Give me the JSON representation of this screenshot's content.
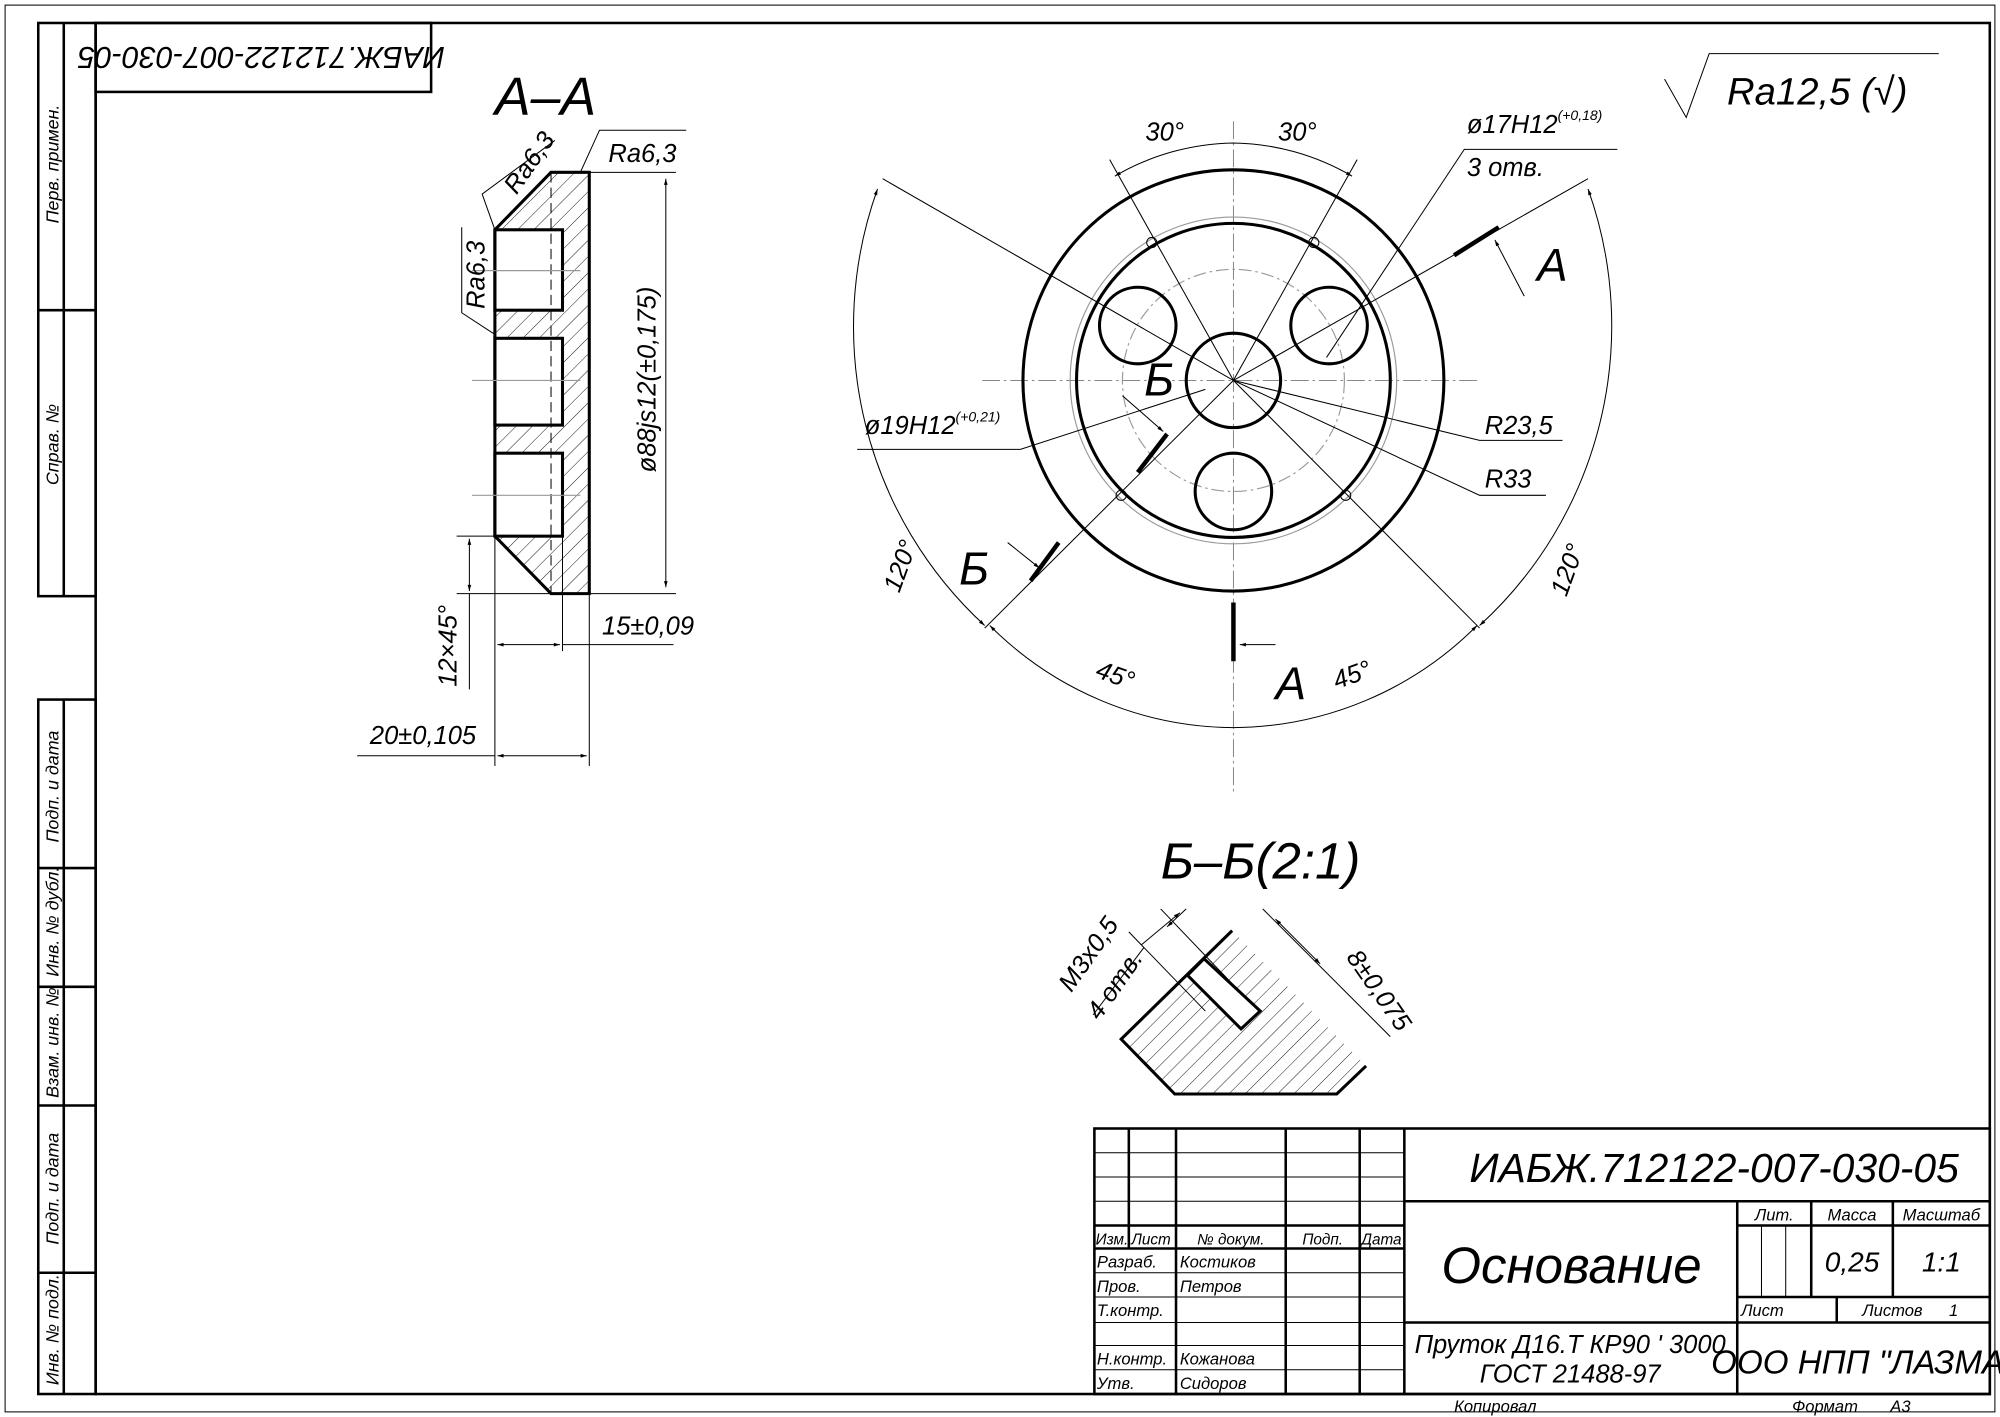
{
  "side_strip": {
    "perv_primen": "Перв. примен.",
    "sprav_no": "Справ. №",
    "podp_data_1": "Подп. и дата",
    "inv_dubl": "Инв. № дубл.",
    "vzam_inv": "Взам. инв. №",
    "podp_data_2": "Подп. и дата",
    "inv_podl": "Инв. № подл."
  },
  "rotated_designation": "ИАБЖ.712122-007-030-05",
  "roughness_general": "Ra12,5 (√)",
  "section_aa": {
    "title": "А–А",
    "ra_1": "Ra6,3",
    "ra_2": "Ra6,3",
    "ra_3": "Ra6,3",
    "diameter": "ø88js12(±0,175)",
    "width_15": "15±0,09",
    "width_20": "20±0,105",
    "chamfer": "12×45°"
  },
  "main_view": {
    "angle_30_left": "30°",
    "angle_30_right": "30°",
    "hole_diameter": "ø17H12",
    "hole_tolerance": "(+0,18)",
    "hole_count": "3 отв.",
    "center_diameter": "ø19H12",
    "center_tolerance": "(+0,21)",
    "radius_1": "R23,5",
    "radius_2": "R33",
    "angle_120_left": "120°",
    "angle_120_right": "120°",
    "angle_45_left": "45°",
    "angle_45_right": "45°",
    "section_a_top": "А",
    "section_a_bottom": "А",
    "section_b_left": "Б",
    "section_b_center": "Б"
  },
  "section_bb": {
    "title": "Б–Б(2:1)",
    "thread": "М3х0,5",
    "thread_count": "4 отв.",
    "depth": "8±0,075"
  },
  "title_block": {
    "designation": "ИАБЖ.712122-007-030-05",
    "name": "Основание",
    "material_line1": "Пруток Д16.Т КР90 ' 3000",
    "material_line2": "ГОСТ 21488-97",
    "organization": "ООО НПП \"ЛАЗМА\"",
    "headers": {
      "izm": "Изм.",
      "list": "Лист",
      "doc_no": "№ докум.",
      "podp": "Подп.",
      "data": "Дата"
    },
    "roles": [
      {
        "role": "Разраб.",
        "name": "Костиков"
      },
      {
        "role": "Пров.",
        "name": "Петров"
      },
      {
        "role": "Т.контр.",
        "name": ""
      },
      {
        "role": "Н.контр.",
        "name": "Кожанова"
      },
      {
        "role": "Утв.",
        "name": "Сидоров"
      }
    ],
    "lit_label": "Лит.",
    "mass_label": "Масса",
    "scale_label": "Масштаб",
    "mass_value": "0,25",
    "scale_value": "1:1",
    "sheet_label": "Лист",
    "sheets_label": "Листов",
    "sheets_value": "1",
    "copied_label": "Копировал",
    "format_label": "Формат",
    "format_value": "А3"
  }
}
